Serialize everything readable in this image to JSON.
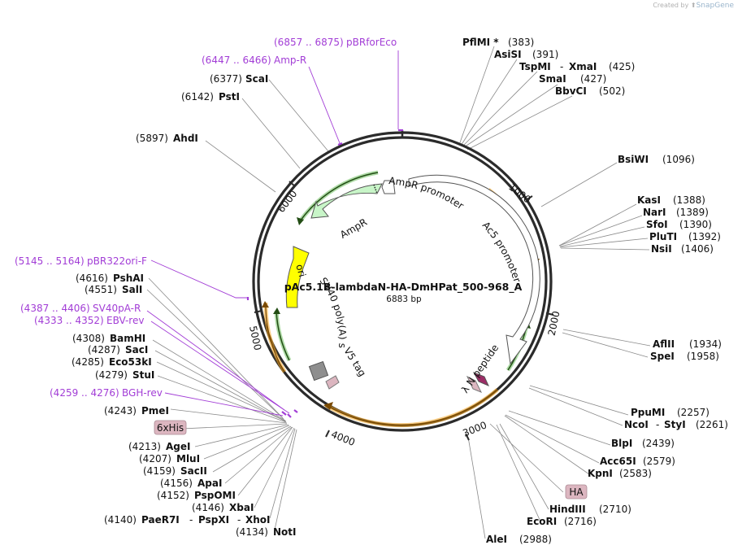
{
  "brand": {
    "created_by": "Created by",
    "product": "SnapGene"
  },
  "plasmid": {
    "name": "pAc5.1B-lambdaN-HA-DmHPat_500-968_A",
    "size": "6883 bp",
    "total_bp": 6883
  },
  "ticks": [
    {
      "label": "1000",
      "pos": 1000
    },
    {
      "label": "2000",
      "pos": 2000
    },
    {
      "label": "3000",
      "pos": 3000
    },
    {
      "label": "4000",
      "pos": 4000
    },
    {
      "label": "5000",
      "pos": 5000
    },
    {
      "label": "6000",
      "pos": 6000
    }
  ],
  "features": [
    {
      "name": "AmpR promoter",
      "label": "AmpR promoter"
    },
    {
      "name": "Ac5 promoter",
      "label": "Ac5 promoter"
    },
    {
      "name": "AmpR",
      "label": "AmpR"
    },
    {
      "name": "ori",
      "label": "ori"
    },
    {
      "name": "SV40 poly(A) signal",
      "label": "SV40 poly(A) signal"
    },
    {
      "name": "V5 tag",
      "label": "V5 tag"
    },
    {
      "name": "lambda N peptide",
      "label": "λ N peptide"
    }
  ],
  "feature_boxes": [
    {
      "label": "6xHis"
    },
    {
      "label": "HA"
    }
  ],
  "primers": [
    {
      "range": "(6857 .. 6875)",
      "name": "pBRforEco"
    },
    {
      "range": "(6447 .. 6466)",
      "name": "Amp-R"
    },
    {
      "range": "(5145 .. 5164)",
      "name": "pBR322ori-F"
    },
    {
      "range": "(4387 .. 4406)",
      "name": "SV40pA-R"
    },
    {
      "range": "(4333 .. 4352)",
      "name": "EBV-rev"
    },
    {
      "range": "(4259 .. 4276)",
      "name": "BGH-rev"
    }
  ],
  "sites_left": [
    {
      "pos": "(6377)",
      "name": "ScaI"
    },
    {
      "pos": "(6142)",
      "name": "PstI"
    },
    {
      "pos": "(5897)",
      "name": "AhdI"
    },
    {
      "pos": "(4616)",
      "name": "PshAI"
    },
    {
      "pos": "(4551)",
      "name": "SalI"
    },
    {
      "pos": "(4308)",
      "name": "BamHI"
    },
    {
      "pos": "(4287)",
      "name": "SacI"
    },
    {
      "pos": "(4285)",
      "name": "Eco53kI"
    },
    {
      "pos": "(4279)",
      "name": "StuI"
    },
    {
      "pos": "(4243)",
      "name": "PmeI"
    },
    {
      "pos": "(4213)",
      "name": "AgeI"
    },
    {
      "pos": "(4207)",
      "name": "MluI"
    },
    {
      "pos": "(4159)",
      "name": "SacII"
    },
    {
      "pos": "(4156)",
      "name": "ApaI"
    },
    {
      "pos": "(4152)",
      "name": "PspOMI"
    },
    {
      "pos": "(4146)",
      "name": "XbaI"
    },
    {
      "pos": "(4134)",
      "name": "NotI"
    }
  ],
  "site_paer": {
    "pos": "(4140)",
    "name1": "PaeR7I",
    "name2": "PspXI",
    "name3": "XhoI",
    "sep": "-"
  },
  "sites_right": [
    {
      "pos": "(383)",
      "name": "PflMI *"
    },
    {
      "pos": "(391)",
      "name": "AsiSI"
    },
    {
      "pos": "(427)",
      "name": "SmaI"
    },
    {
      "pos": "(502)",
      "name": "BbvCI"
    },
    {
      "pos": "(1096)",
      "name": "BsiWI"
    },
    {
      "pos": "(1388)",
      "name": "KasI"
    },
    {
      "pos": "(1389)",
      "name": "NarI"
    },
    {
      "pos": "(1390)",
      "name": "SfoI"
    },
    {
      "pos": "(1392)",
      "name": "PluTI"
    },
    {
      "pos": "(1406)",
      "name": "NsiI"
    },
    {
      "pos": "(1934)",
      "name": "AflII"
    },
    {
      "pos": "(1958)",
      "name": "SpeI"
    },
    {
      "pos": "(2257)",
      "name": "PpuMI"
    },
    {
      "pos": "(2439)",
      "name": "BlpI"
    },
    {
      "pos": "(2579)",
      "name": "Acc65I"
    },
    {
      "pos": "(2583)",
      "name": "KpnI"
    },
    {
      "pos": "(2710)",
      "name": "HindIII"
    },
    {
      "pos": "(2716)",
      "name": "EcoRI"
    },
    {
      "pos": "(2988)",
      "name": "AleI"
    }
  ],
  "site_tspmi": {
    "name1": "TspMI",
    "name2": "XmaI",
    "sep": "-",
    "pos": "(425)"
  },
  "site_ncoi": {
    "name1": "NcoI",
    "name2": "StyI",
    "sep": "-",
    "pos": "(2261)"
  },
  "colors": {
    "backbone": "#2b2b2b",
    "primer": "#a23dd6",
    "orange_feature": "#f5a623",
    "green_feature": "#4caf3a",
    "ampr_fill": "#c8f5c8",
    "ori_fill": "#ffff00",
    "box_fill": "#dcb6c0"
  }
}
